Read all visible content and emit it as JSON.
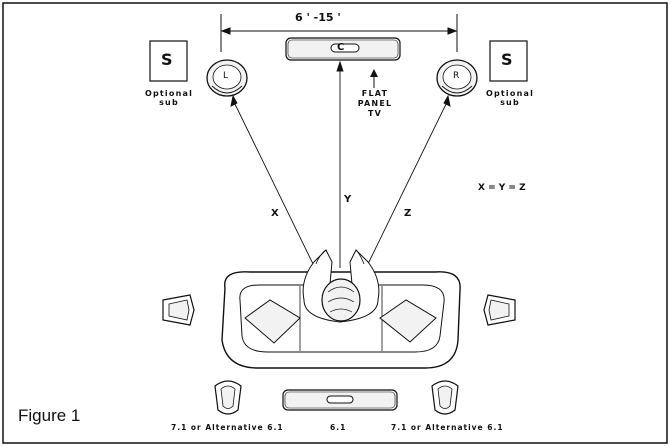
{
  "figure": {
    "caption": "Figure 1",
    "distance_label": "6 ' -15 '",
    "center_label": "C",
    "left_label": "L",
    "right_label": "R",
    "sub_label": "S",
    "optional_sub_line1": "Optional",
    "optional_sub_line2": "sub",
    "tv_line1": "FLAT",
    "tv_line2": "PANEL",
    "tv_line3": "TV",
    "x_label": "X",
    "y_label": "Y",
    "z_label": "Z",
    "equation": "X = Y = Z",
    "rear_left_label": "7.1 or Alternative 6.1",
    "rear_center_label": "6.1",
    "rear_right_label": "7.1 or Alternative 6.1"
  },
  "colors": {
    "line": "#111111",
    "background": "#ffffff",
    "fill_light": "#f2f2f2"
  }
}
